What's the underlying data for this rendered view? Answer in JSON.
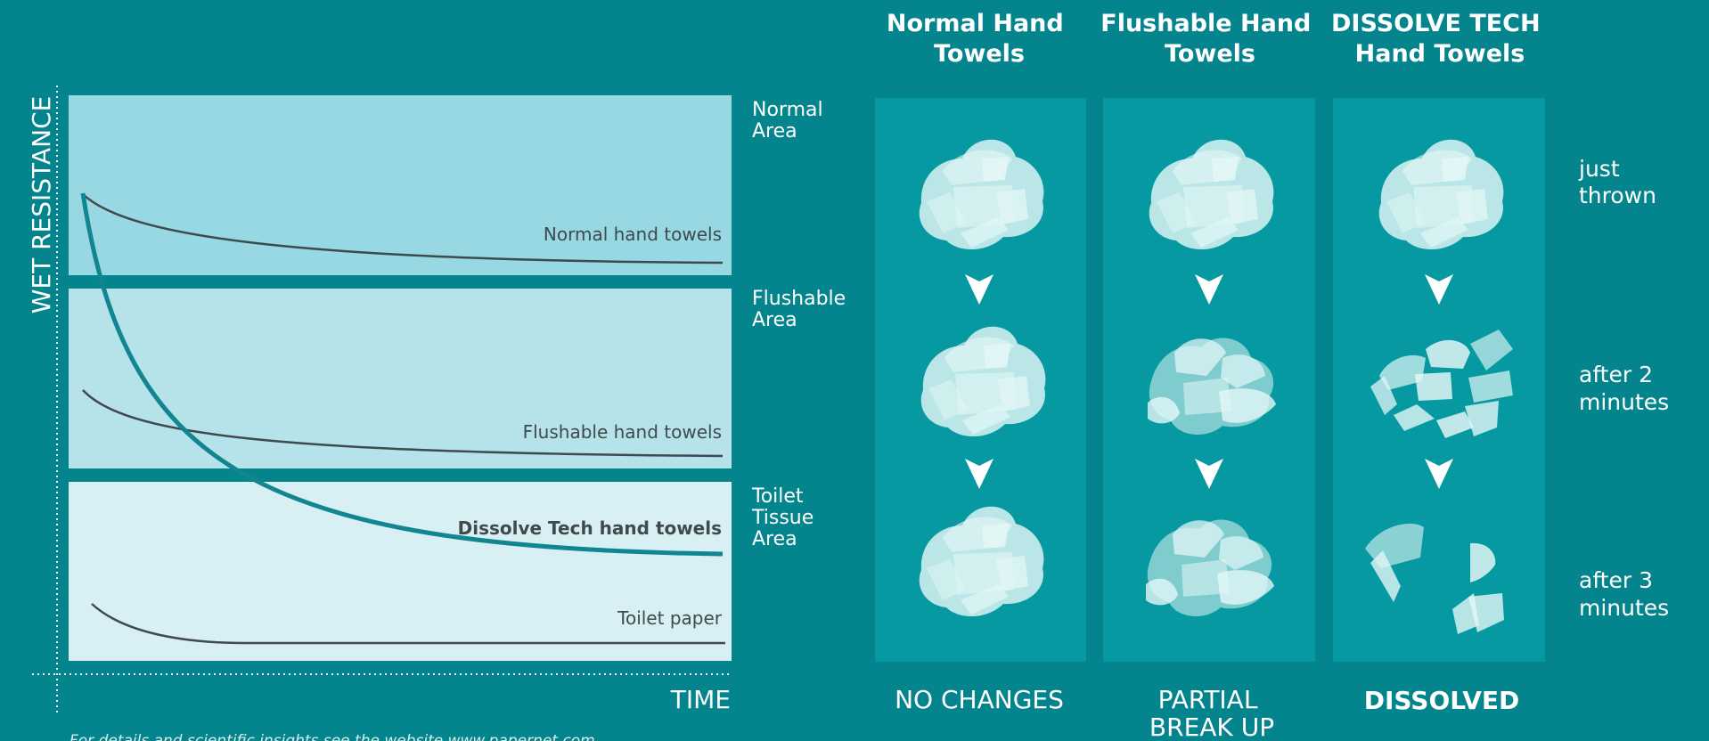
{
  "colors": {
    "background": "#04848c",
    "band_normal": "#97d8e2",
    "band_flushable": "#b6e2ea",
    "band_toilet": "#d8eff3",
    "panel": "#0699a1",
    "curve_gray": "#3f4a4c",
    "curve_accent": "#128690",
    "paper": "#e3f6f6"
  },
  "chart": {
    "y_axis_label": "WET RESISTANCE",
    "x_axis_label": "TIME",
    "areas": [
      {
        "id": "normal",
        "label_lines": [
          "Normal",
          "Area"
        ]
      },
      {
        "id": "flushable",
        "label_lines": [
          "Flushable",
          "Area"
        ]
      },
      {
        "id": "toilet",
        "label_lines": [
          "Toilet",
          "Tissue",
          "Area"
        ]
      }
    ],
    "curves": [
      {
        "id": "normal",
        "label": "Normal hand towels"
      },
      {
        "id": "flushable",
        "label": "Flushable hand towels"
      },
      {
        "id": "dissolve",
        "label": "Dissolve Tech hand towels"
      },
      {
        "id": "toilet",
        "label": "Toilet paper"
      }
    ]
  },
  "columns": [
    {
      "id": "normal",
      "title_lines": [
        "Normal Hand",
        "Towels"
      ],
      "result_lines": [
        "NO CHANGES"
      ],
      "stages": [
        "intact",
        "intact",
        "intact"
      ]
    },
    {
      "id": "flushable",
      "title_lines": [
        "Flushable Hand",
        "Towels"
      ],
      "result_lines": [
        "PARTIAL",
        "BREAK UP"
      ],
      "stages": [
        "intact",
        "partial",
        "partial"
      ]
    },
    {
      "id": "dissolve",
      "title_lines": [
        "DISSOLVE TECH",
        "Hand Towels"
      ],
      "result_lines": [
        "DISSOLVED"
      ],
      "stages": [
        "intact",
        "broken",
        "dissolved"
      ]
    }
  ],
  "time_labels": [
    {
      "lines": [
        "just",
        "thrown"
      ]
    },
    {
      "lines": [
        "after 2",
        "minutes"
      ]
    },
    {
      "lines": [
        "after 3",
        "minutes"
      ]
    }
  ],
  "footnote": "For details and scientific insights see the website www.papernet.com"
}
